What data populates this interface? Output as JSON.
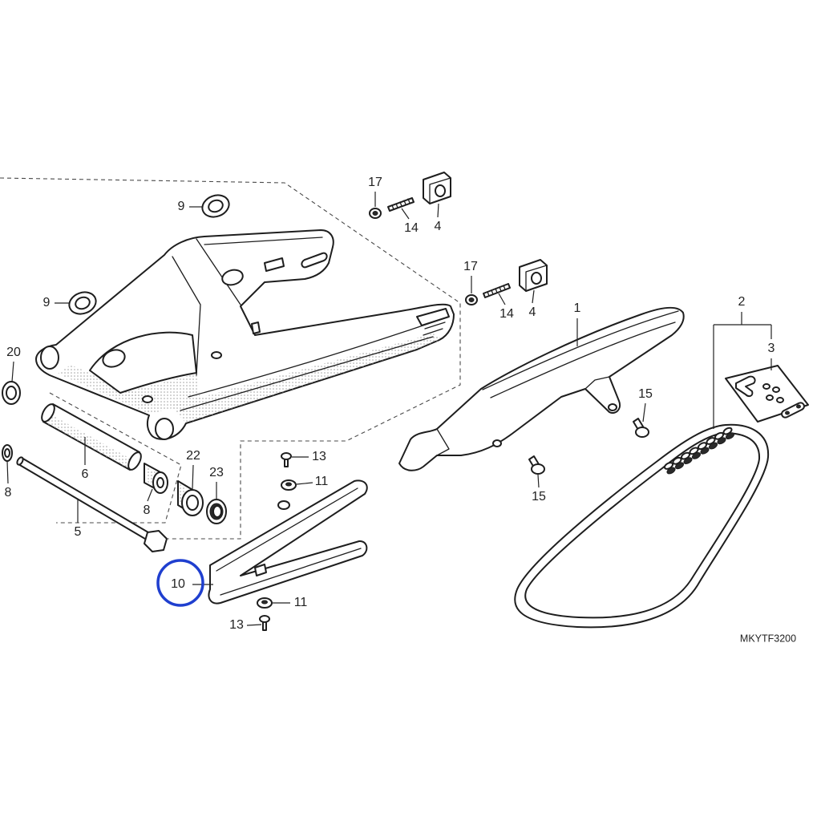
{
  "callouts": [
    "17",
    "14",
    "4",
    "9",
    "9",
    "17",
    "14",
    "4",
    "1",
    "2",
    "3",
    "20",
    "15",
    "8",
    "6",
    "22",
    "23",
    "8",
    "5",
    "13",
    "11",
    "15",
    "10",
    "11",
    "13"
  ],
  "diagram_code": "MKYTF3200",
  "colors": {
    "highlight": "#1f3fcf",
    "line": "#1e1e1e"
  }
}
